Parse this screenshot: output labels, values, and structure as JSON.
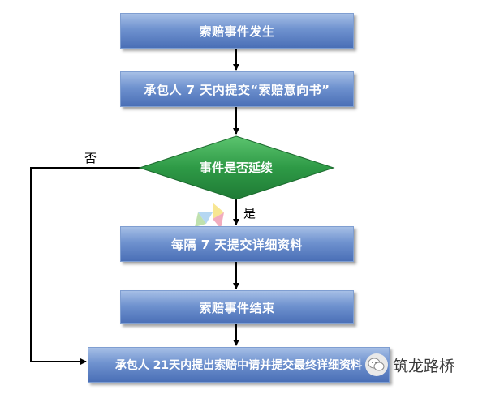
{
  "nodes": {
    "claim_start": "索赔事件发生",
    "notice": "承包人 7 天内提交“索赔意向书”",
    "decision": "事件是否延续",
    "periodic": "每隔 7 天提交详细资料",
    "claim_end": "索赔事件结束",
    "final": "承包人 21天内提出索赔中请并提交最终详细资料"
  },
  "edges": {
    "yes_label": "是",
    "no_label": "否"
  },
  "watermark": {
    "text": "筑龙路桥",
    "icon": "wechat-icon"
  },
  "colors": {
    "box_fill": "#5a7fc4",
    "diamond_fill": "#2e9a46",
    "line": "#000000"
  }
}
